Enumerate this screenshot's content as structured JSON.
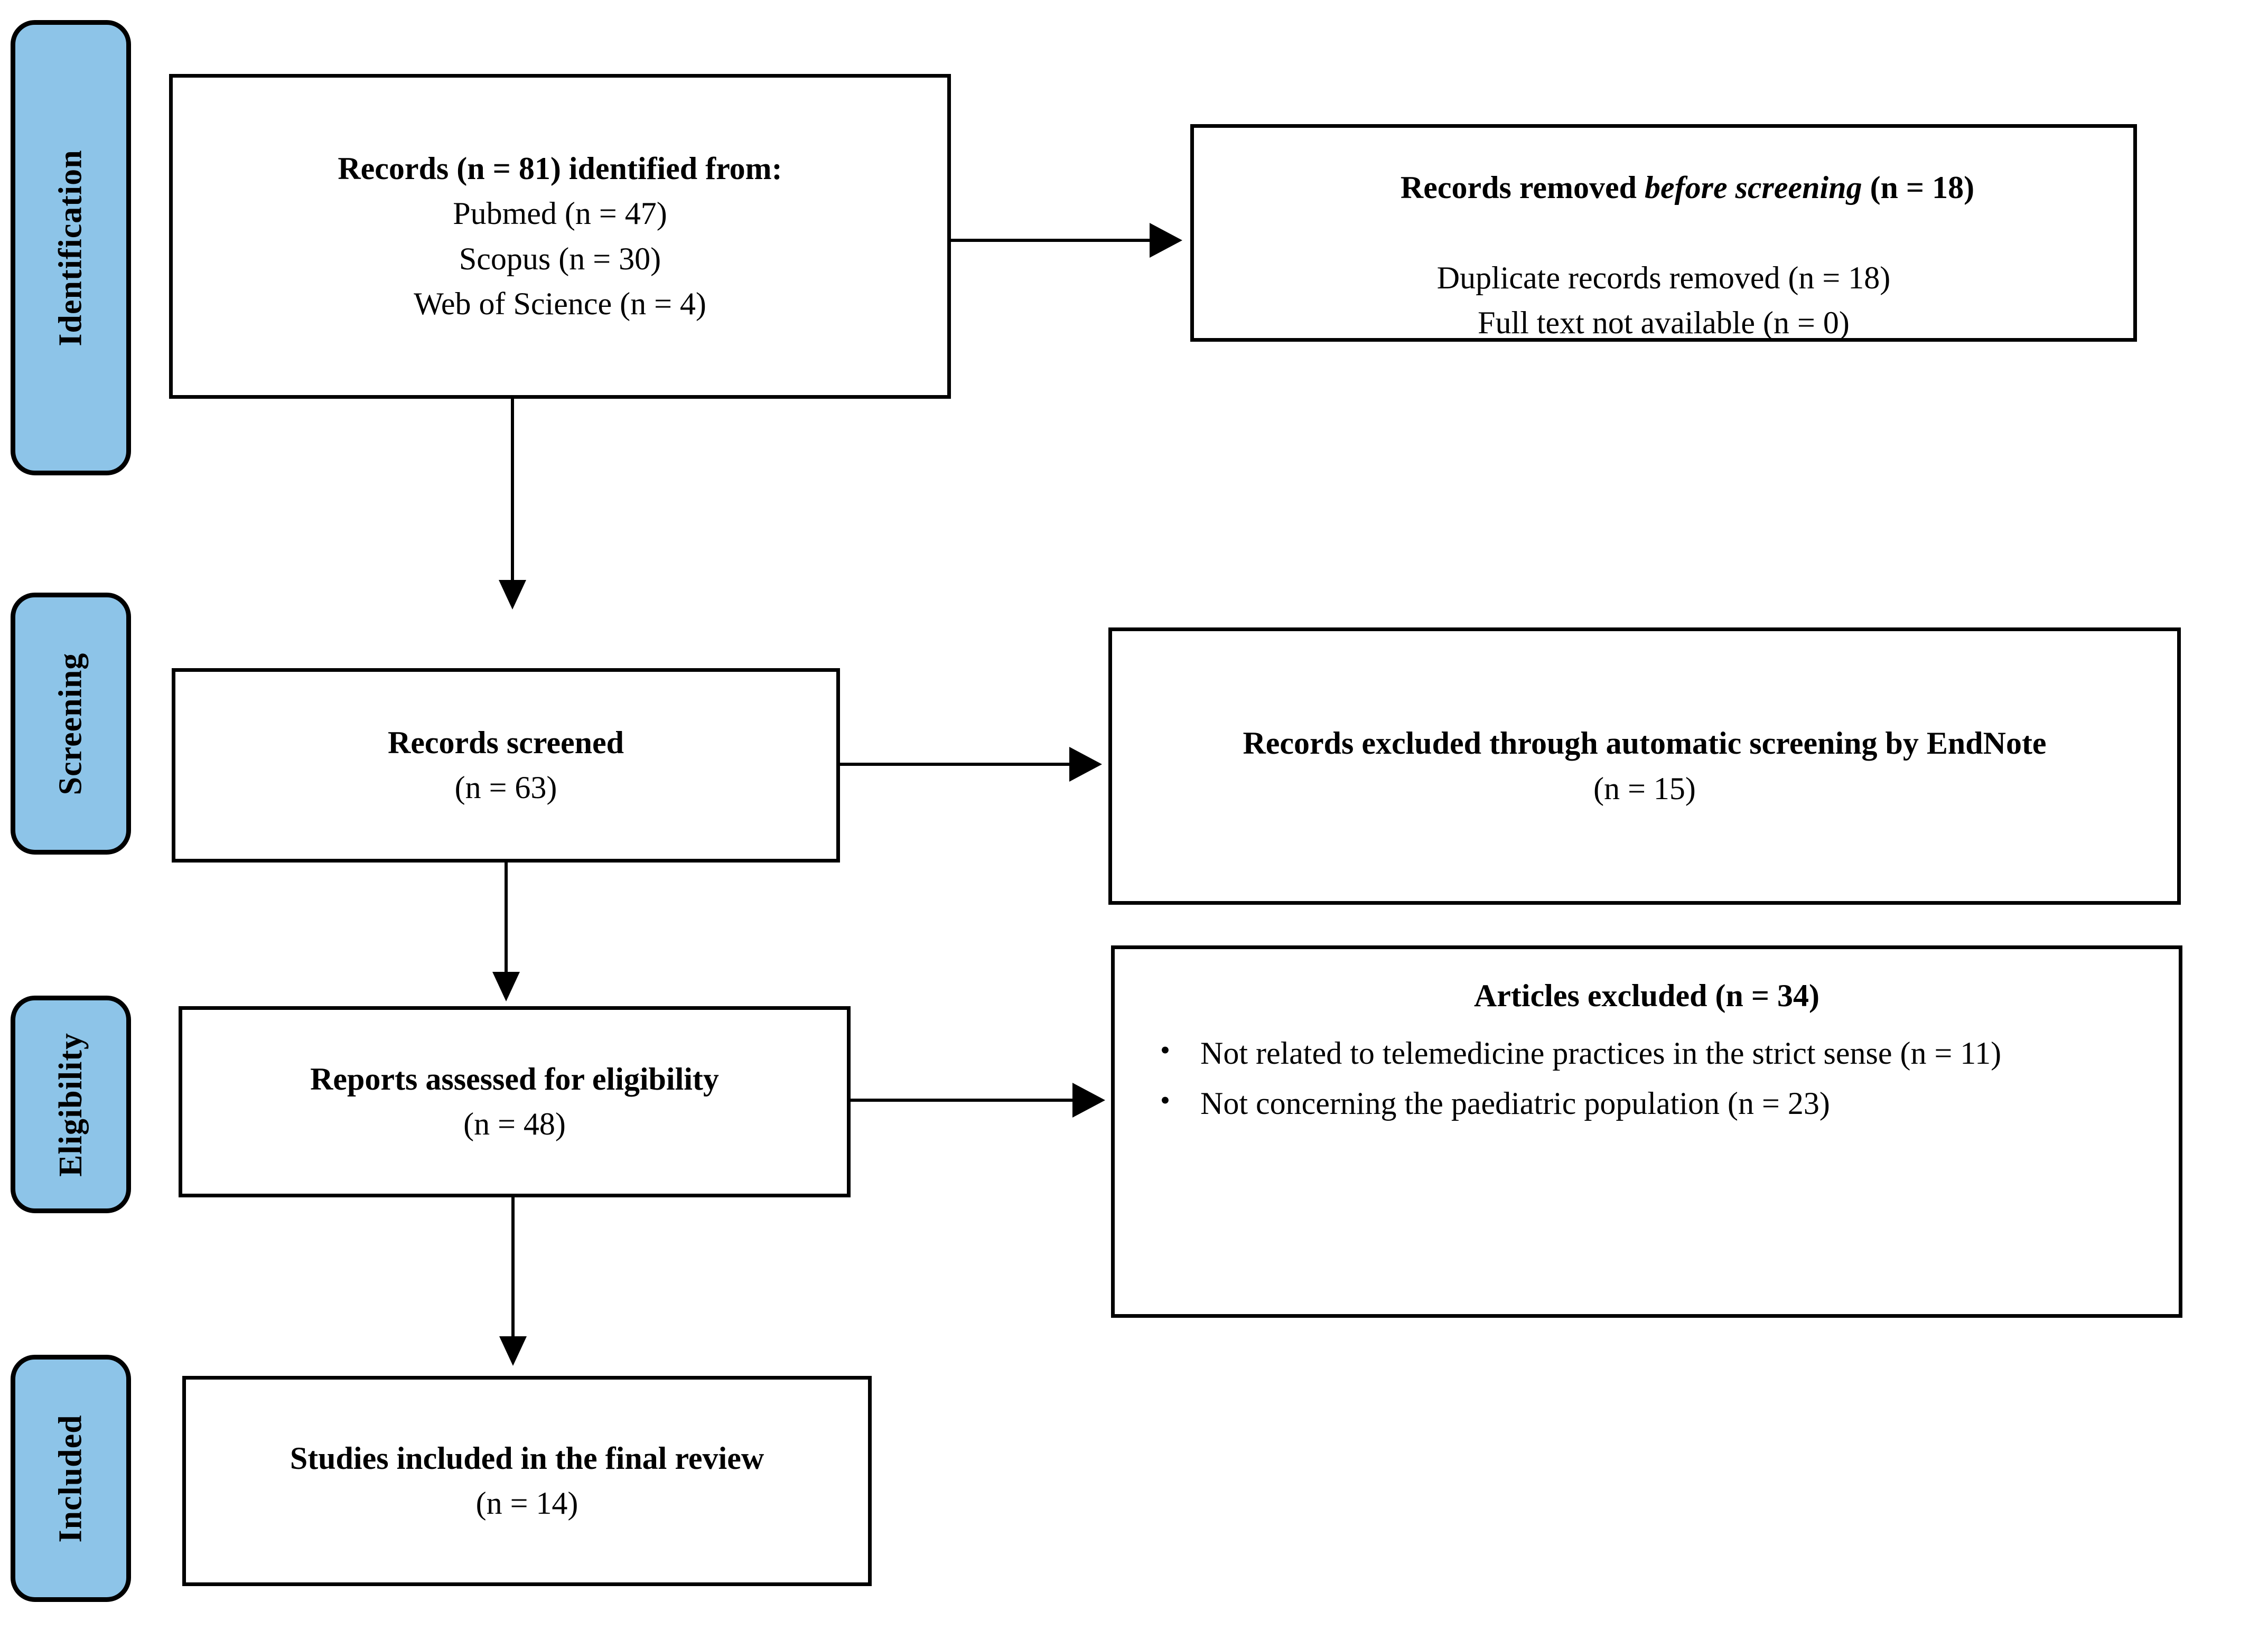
{
  "diagram": {
    "title": "PRISMA flow diagram",
    "accent_color": "#8dc4e8",
    "line_color": "#000000",
    "stages": [
      {
        "id": "identification",
        "label": "Identification"
      },
      {
        "id": "screening",
        "label": "Screening"
      },
      {
        "id": "eligibility",
        "label": "Eligibility"
      },
      {
        "id": "included",
        "label": "Included"
      }
    ],
    "boxes": {
      "identified": {
        "l1": "Records (n = 81) identified from:",
        "l2": "Pubmed (n = 47)",
        "l3": "Scopus (n = 30)",
        "l4": "Web of Science (n = 4)"
      },
      "removed_before_screening": {
        "l1_a": "Records removed ",
        "l1_b": "before screening",
        "l1_c": " (n = 18)",
        "l2": "Duplicate records removed (n = 18)",
        "l3": "Full text not available (n = 0)"
      },
      "records_screened": {
        "l1": "Records screened",
        "l2": "(n = 63)"
      },
      "records_excluded_auto": {
        "l1": "Records excluded through automatic screening by EndNote",
        "l2": "(n = 15)"
      },
      "reports_assessed": {
        "l1": "Reports assessed for eligibility",
        "l2": "(n = 48)"
      },
      "articles_excluded": {
        "l1": "Articles excluded (n = 34)",
        "bullets": [
          "Not related to telemedicine practices in the strict sense (n = 11)",
          "Not concerning the paediatric population (n = 23)"
        ]
      },
      "studies_included": {
        "l1": "Studies included in the final review",
        "l2": "(n = 14)"
      }
    }
  },
  "chart_data": {
    "type": "diagram",
    "title": "PRISMA 2020 flow diagram of study selection",
    "nodes": [
      {
        "id": "identified",
        "stage": "Identification",
        "label": "Records identified from databases",
        "n": 81,
        "breakdown": [
          {
            "source": "Pubmed",
            "n": 47
          },
          {
            "source": "Scopus",
            "n": 30
          },
          {
            "source": "Web of Science",
            "n": 4
          }
        ]
      },
      {
        "id": "removed_before_screening",
        "stage": "Identification",
        "label": "Records removed before screening",
        "n": 18,
        "breakdown": [
          {
            "reason": "Duplicate records removed",
            "n": 18
          },
          {
            "reason": "Full text not available",
            "n": 0
          }
        ]
      },
      {
        "id": "records_screened",
        "stage": "Screening",
        "label": "Records screened",
        "n": 63
      },
      {
        "id": "records_excluded_auto",
        "stage": "Screening",
        "label": "Records excluded through automatic screening by EndNote",
        "n": 15
      },
      {
        "id": "reports_assessed",
        "stage": "Eligibility",
        "label": "Reports assessed for eligibility",
        "n": 48
      },
      {
        "id": "articles_excluded",
        "stage": "Eligibility",
        "label": "Articles excluded",
        "n": 34,
        "breakdown": [
          {
            "reason": "Not related to telemedicine practices in the strict sense",
            "n": 11
          },
          {
            "reason": "Not concerning the paediatric population",
            "n": 23
          }
        ]
      },
      {
        "id": "studies_included",
        "stage": "Included",
        "label": "Studies included in the final review",
        "n": 14
      }
    ],
    "edges": [
      {
        "from": "identified",
        "to": "removed_before_screening",
        "direction": "right"
      },
      {
        "from": "identified",
        "to": "records_screened",
        "direction": "down"
      },
      {
        "from": "records_screened",
        "to": "records_excluded_auto",
        "direction": "right"
      },
      {
        "from": "records_screened",
        "to": "reports_assessed",
        "direction": "down"
      },
      {
        "from": "reports_assessed",
        "to": "articles_excluded",
        "direction": "right"
      },
      {
        "from": "reports_assessed",
        "to": "studies_included",
        "direction": "down"
      }
    ]
  }
}
